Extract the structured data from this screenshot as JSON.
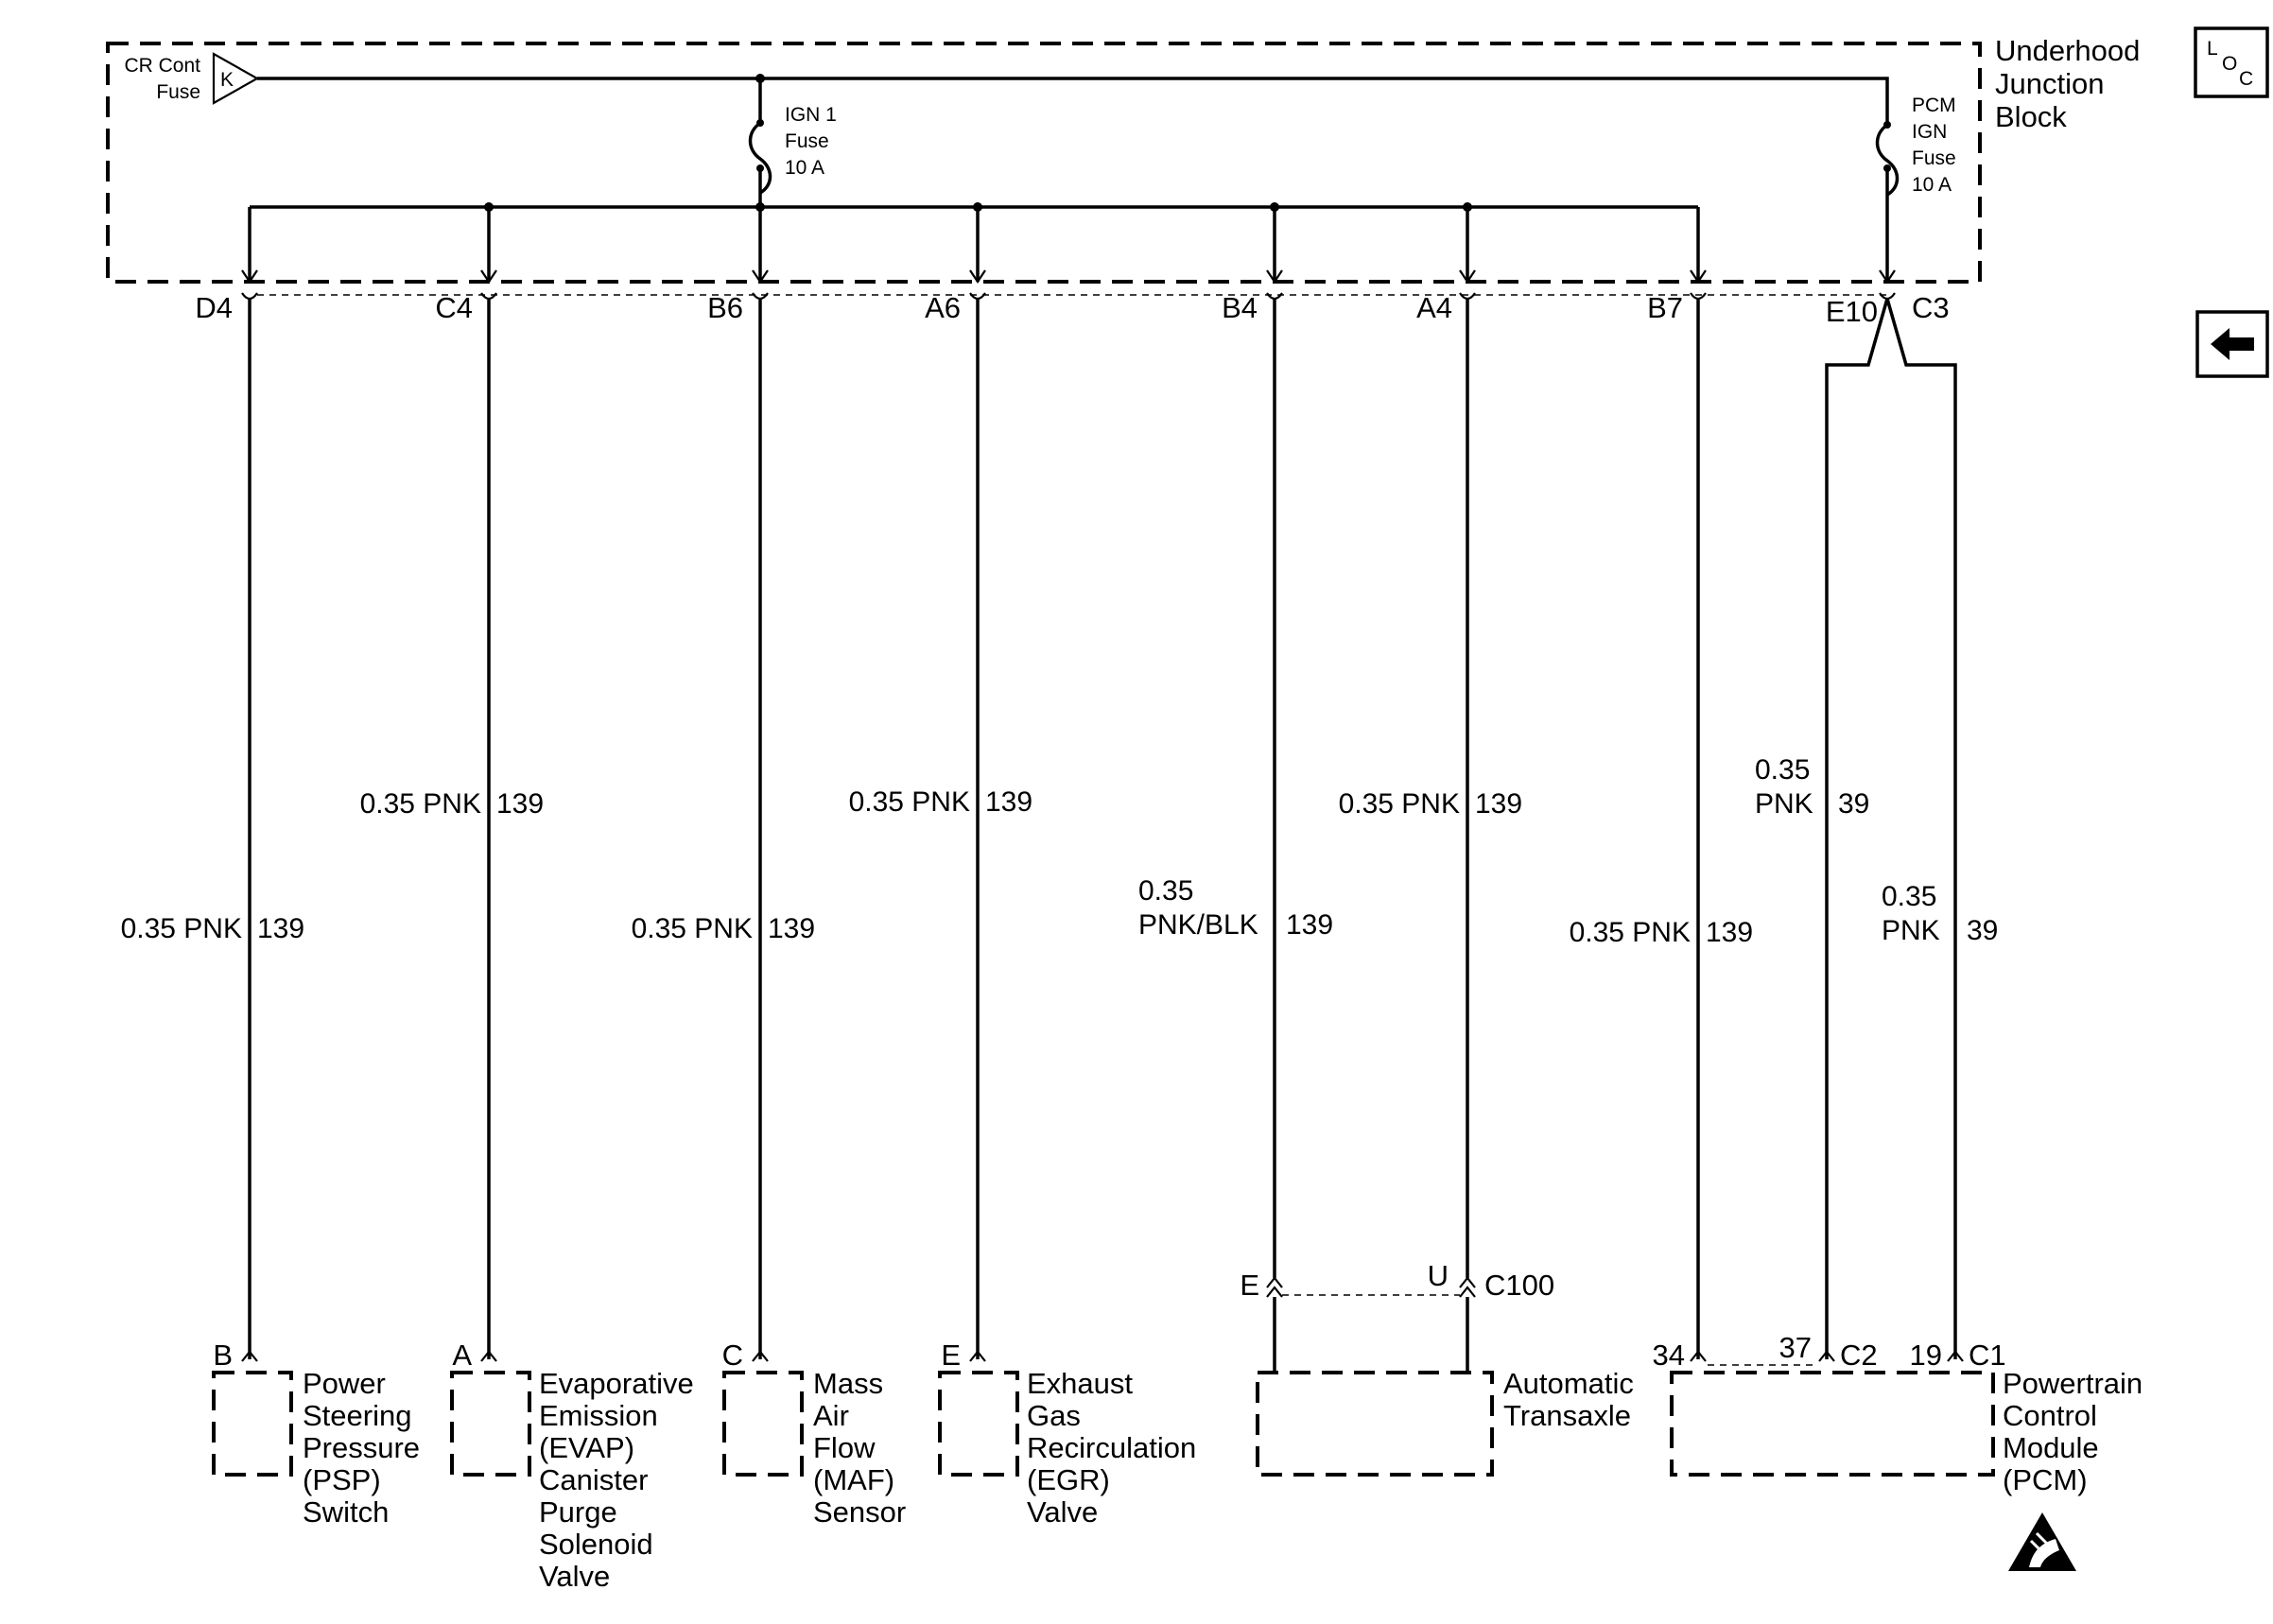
{
  "junction_block": {
    "title_lines": [
      "Underhood",
      "Junction",
      "Block"
    ],
    "cr_fuse": [
      "CR Cont",
      "Fuse"
    ],
    "cr_terminal": "K",
    "ign1_fuse": [
      "IGN 1",
      "Fuse",
      "10 A"
    ],
    "pcm_fuse": [
      "PCM",
      "IGN",
      "Fuse",
      "10 A"
    ]
  },
  "connectors": {
    "d4": "D4",
    "c4": "C4",
    "b6": "B6",
    "a6": "A6",
    "b4": "B4",
    "a4": "A4",
    "b7": "B7",
    "e10": "E10",
    "c3": "C3"
  },
  "wires": {
    "psp": {
      "gauge_color": "0.35 PNK",
      "circuit": "139"
    },
    "evap": {
      "gauge_color": "0.35 PNK",
      "circuit": "139"
    },
    "maf": {
      "gauge_color": "0.35 PNK",
      "circuit": "139"
    },
    "egr": {
      "gauge_color": "0.35 PNK",
      "circuit": "139"
    },
    "trans_e": {
      "gauge": "0.35",
      "color": "PNK/BLK",
      "circuit": "139"
    },
    "trans_u": {
      "gauge_color": "0.35 PNK",
      "circuit": "139"
    },
    "pcm34": {
      "gauge_color": "0.35 PNK",
      "circuit": "139"
    },
    "pcm37": {
      "gauge": "0.35",
      "color": "PNK",
      "circuit": "39"
    },
    "pcm19": {
      "gauge": "0.35",
      "color": "PNK",
      "circuit": "39"
    }
  },
  "inline_connector": {
    "pin_e": "E",
    "pin_u": "U",
    "name": "C100"
  },
  "components": {
    "psp": {
      "pin": "B",
      "lines": [
        "Power",
        "Steering",
        "Pressure",
        "(PSP)",
        "Switch"
      ]
    },
    "evap": {
      "pin": "A",
      "lines": [
        "Evaporative",
        "Emission",
        "(EVAP)",
        "Canister",
        "Purge",
        "Solenoid",
        "Valve"
      ]
    },
    "maf": {
      "pin": "C",
      "lines": [
        "Mass",
        "Air",
        "Flow",
        "(MAF)",
        "Sensor"
      ]
    },
    "egr": {
      "pin": "E",
      "lines": [
        "Exhaust",
        "Gas",
        "Recirculation",
        "(EGR)",
        "Valve"
      ]
    },
    "trans": {
      "lines": [
        "Automatic",
        "Transaxle"
      ]
    },
    "pcm": {
      "pins": [
        "34",
        "37",
        "C2",
        "19",
        "C1"
      ],
      "lines": [
        "Powertrain",
        "Control",
        "Module",
        "(PCM)"
      ]
    }
  },
  "nav": {
    "loc_letters": [
      "L",
      "O",
      "C"
    ],
    "back_icon": "arrow-left-icon"
  },
  "icons": {
    "esd": "esd-warning-icon"
  }
}
